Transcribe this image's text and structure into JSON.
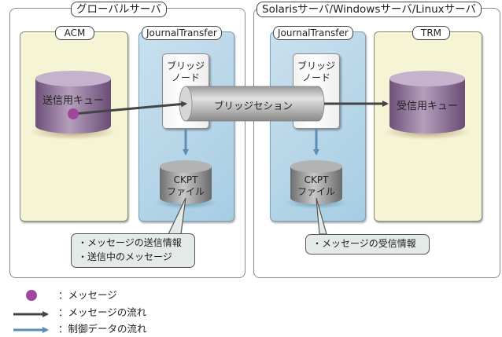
{
  "servers": {
    "left": {
      "label": "グローバルサーバ"
    },
    "right": {
      "label": "Solarisサーバ/Windowsサーバ/Linuxサーバ"
    }
  },
  "panels": {
    "acm": {
      "label": "ACM",
      "queue_label": "送信用キュー"
    },
    "jt_left": {
      "label": "JournalTransfer",
      "node_label_1": "ブリッジ",
      "node_label_2": "ノード",
      "ckpt_line1": "CKPT",
      "ckpt_line2": "ファイル"
    },
    "jt_right": {
      "label": "JournalTransfer",
      "node_label_1": "ブリッジ",
      "node_label_2": "ノード",
      "ckpt_line1": "CKPT",
      "ckpt_line2": "ファイル"
    },
    "trm": {
      "label": "TRM",
      "queue_label": "受信用キュー"
    }
  },
  "bridge_session": {
    "label": "ブリッジセション"
  },
  "callouts": {
    "left": [
      "・メッセージの送信情報",
      "・送信中のメッセージ"
    ],
    "right": [
      "・メッセージの受信情報"
    ]
  },
  "legend": [
    {
      "symbol": "message-dot",
      "text": "：メッセージ"
    },
    {
      "symbol": "dark-arrow",
      "text": "：メッセージの流れ"
    },
    {
      "symbol": "blue-arrow",
      "text": "：制御データの流れ"
    }
  ],
  "colors": {
    "message": "#a0479c",
    "message_flow": "#444444",
    "control_flow": "#5b8db5",
    "queue": "#8e6e9a",
    "app_panel": "#f5f5d5",
    "jt_panel": "#b8d7ea"
  }
}
